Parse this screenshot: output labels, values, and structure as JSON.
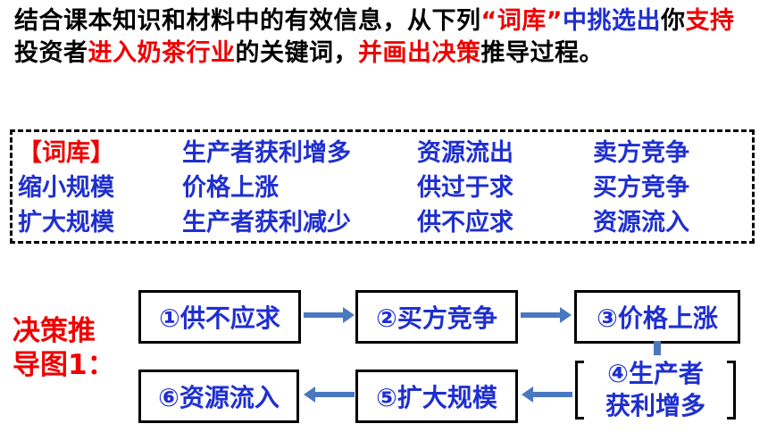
{
  "instruction": {
    "parts": [
      {
        "text": "结合课本知识和材料中的有效信息，从下列",
        "color": "#000000"
      },
      {
        "text": "“词库”",
        "color": "#ee0000"
      },
      {
        "text": "中挑选出",
        "color": "#1f2fd0"
      },
      {
        "text": "你",
        "color": "#000000"
      },
      {
        "text": "支持",
        "color": "#ee0000"
      },
      {
        "text": "投资者",
        "color": "#000000"
      },
      {
        "text": "进入奶茶行业",
        "color": "#ee0000"
      },
      {
        "text": "的关键词，",
        "color": "#000000"
      },
      {
        "text": "并画出决策",
        "color": "#ee0000"
      },
      {
        "text": "推导过程。",
        "color": "#000000"
      }
    ]
  },
  "word_bank": {
    "title": "【词库】",
    "rows": [
      [
        "",
        "生产者获利增多",
        "资源流出",
        "卖方竞争"
      ],
      [
        "缩小规模",
        "价格上涨",
        "供过于求",
        "买方竞争"
      ],
      [
        "扩大规模",
        "生产者获利减少",
        "供不应求",
        "资源流入"
      ]
    ]
  },
  "side_label": [
    "决策推",
    "导图1："
  ],
  "flow": {
    "step1": "①供不应求",
    "step2": "②买方竞争",
    "step3": "③价格上涨",
    "step4": [
      "④生产者",
      "获利增多"
    ],
    "step5": "⑤扩大规模",
    "step6": "⑥资源流入"
  },
  "colors": {
    "blue": "#1f2fd0",
    "red": "#ee0000",
    "arrow": "#4a78c0"
  }
}
